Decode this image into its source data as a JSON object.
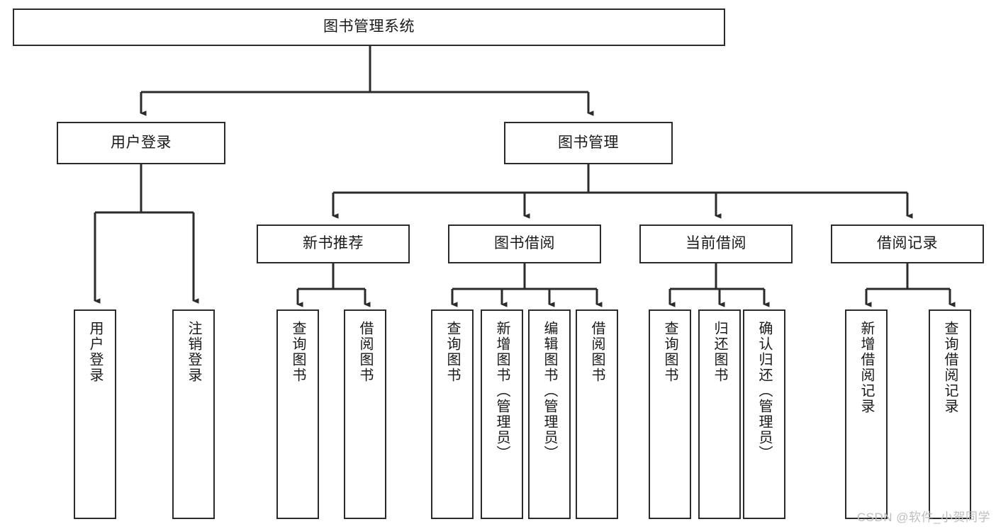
{
  "diagram": {
    "type": "tree-hierarchy",
    "title": "图书管理系统",
    "root": {
      "id": "root",
      "label": "图书管理系统"
    },
    "level2": [
      {
        "id": "user-login",
        "label": "用户登录"
      },
      {
        "id": "book-manage",
        "label": "图书管理"
      }
    ],
    "level3": [
      {
        "id": "new-book-rec",
        "label": "新书推荐",
        "parent": "book-manage"
      },
      {
        "id": "book-borrow",
        "label": "图书借阅",
        "parent": "book-manage"
      },
      {
        "id": "current-borrow",
        "label": "当前借阅",
        "parent": "book-manage"
      },
      {
        "id": "borrow-record",
        "label": "借阅记录",
        "parent": "book-manage"
      }
    ],
    "leaves": [
      {
        "id": "leaf-user-login",
        "label": "用户登录",
        "parent": "user-login"
      },
      {
        "id": "leaf-user-logout",
        "label": "注销登录",
        "parent": "user-login"
      },
      {
        "id": "leaf-query-book-1",
        "label": "查询图书",
        "parent": "new-book-rec"
      },
      {
        "id": "leaf-borrow-book-1",
        "label": "借阅图书",
        "parent": "new-book-rec"
      },
      {
        "id": "leaf-query-book-2",
        "label": "查询图书",
        "parent": "book-borrow"
      },
      {
        "id": "leaf-add-book",
        "label": "新增图书（管理员）",
        "parent": "book-borrow"
      },
      {
        "id": "leaf-edit-book",
        "label": "编辑图书（管理员）",
        "parent": "book-borrow"
      },
      {
        "id": "leaf-borrow-book-2",
        "label": "借阅图书",
        "parent": "book-borrow"
      },
      {
        "id": "leaf-query-book-3",
        "label": "查询图书",
        "parent": "current-borrow"
      },
      {
        "id": "leaf-return-book",
        "label": "归还图书",
        "parent": "current-borrow"
      },
      {
        "id": "leaf-confirm-return",
        "label": "确认归还（管理员）",
        "parent": "current-borrow"
      },
      {
        "id": "leaf-add-record",
        "label": "新增借阅记录",
        "parent": "borrow-record"
      },
      {
        "id": "leaf-query-record",
        "label": "查询借阅记录",
        "parent": "borrow-record"
      }
    ],
    "colors": {
      "stroke": "#2b2b2b",
      "fill": "#ffffff",
      "text": "#1a1a1a",
      "watermark": "#bdbdbd"
    }
  },
  "watermark": {
    "text": "CSDN @软件_小贺同学"
  }
}
